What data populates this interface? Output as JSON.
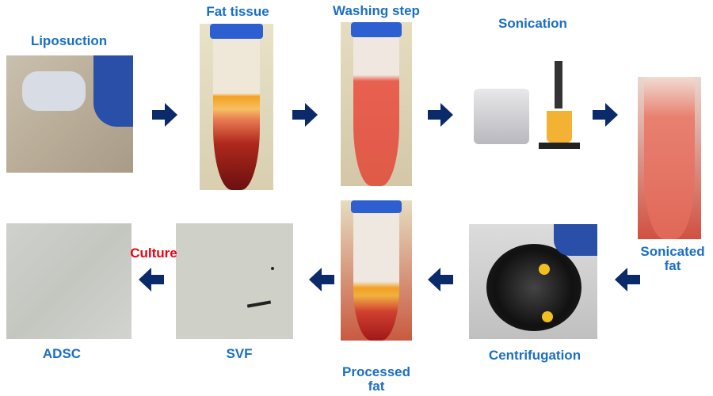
{
  "steps": {
    "liposuction": "Liposuction",
    "fat_tissue": "Fat tissue",
    "washing": "Washing step",
    "sonication": "Sonication",
    "sonicated_fat_1": "Sonicated",
    "sonicated_fat_2": "fat",
    "centrifugation": "Centrifugation",
    "processed_fat_1": "Processed",
    "processed_fat_2": "fat",
    "svf": "SVF",
    "adsc": "ADSC",
    "culture": "Culture"
  },
  "colors": {
    "label": "#1a6fc4",
    "culture": "#f00010",
    "arrow": "#0a2a6a"
  }
}
